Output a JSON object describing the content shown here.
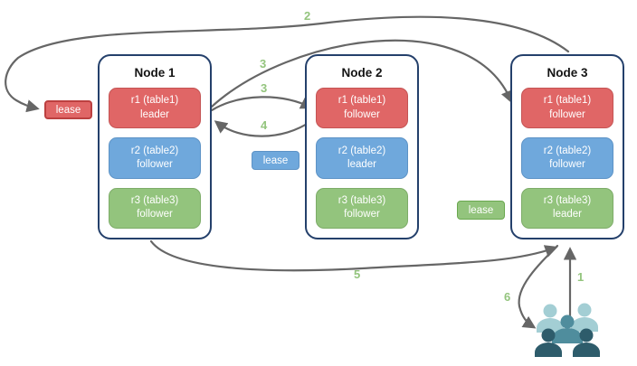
{
  "diagram": {
    "nodes": [
      {
        "title": "Node 1",
        "replicas": [
          {
            "name": "r1 (table1)",
            "role": "leader",
            "color": "#e06666"
          },
          {
            "name": "r2 (table2)",
            "role": "follower",
            "color": "#6fa8dc"
          },
          {
            "name": "r3 (table3)",
            "role": "follower",
            "color": "#93c47d"
          }
        ]
      },
      {
        "title": "Node 2",
        "replicas": [
          {
            "name": "r1 (table1)",
            "role": "follower",
            "color": "#e06666"
          },
          {
            "name": "r2 (table2)",
            "role": "leader",
            "color": "#6fa8dc"
          },
          {
            "name": "r3 (table3)",
            "role": "follower",
            "color": "#93c47d"
          }
        ]
      },
      {
        "title": "Node 3",
        "replicas": [
          {
            "name": "r1 (table1)",
            "role": "follower",
            "color": "#e06666"
          },
          {
            "name": "r2 (table2)",
            "role": "follower",
            "color": "#6fa8dc"
          },
          {
            "name": "r3 (table3)",
            "role": "leader",
            "color": "#93c47d"
          }
        ]
      }
    ],
    "leases": [
      {
        "label": "lease",
        "color": "#e06666"
      },
      {
        "label": "lease",
        "color": "#6fa8dc"
      },
      {
        "label": "lease",
        "color": "#93c47d"
      }
    ],
    "arrow_labels": [
      {
        "text": "1"
      },
      {
        "text": "2"
      },
      {
        "text": "3"
      },
      {
        "text": "3"
      },
      {
        "text": "4"
      },
      {
        "text": "5"
      },
      {
        "text": "6"
      }
    ],
    "icons": {
      "users": "users-group-icon"
    },
    "colors": {
      "replica_red": "#e06666",
      "replica_blue": "#6fa8dc",
      "replica_green": "#93c47d",
      "node_border": "#24406b",
      "arrow": "#666666",
      "step_label": "#93c47d",
      "people_light": "#a3ced4",
      "people_medium": "#4f8d9d",
      "people_dark": "#2e5c6b"
    }
  }
}
